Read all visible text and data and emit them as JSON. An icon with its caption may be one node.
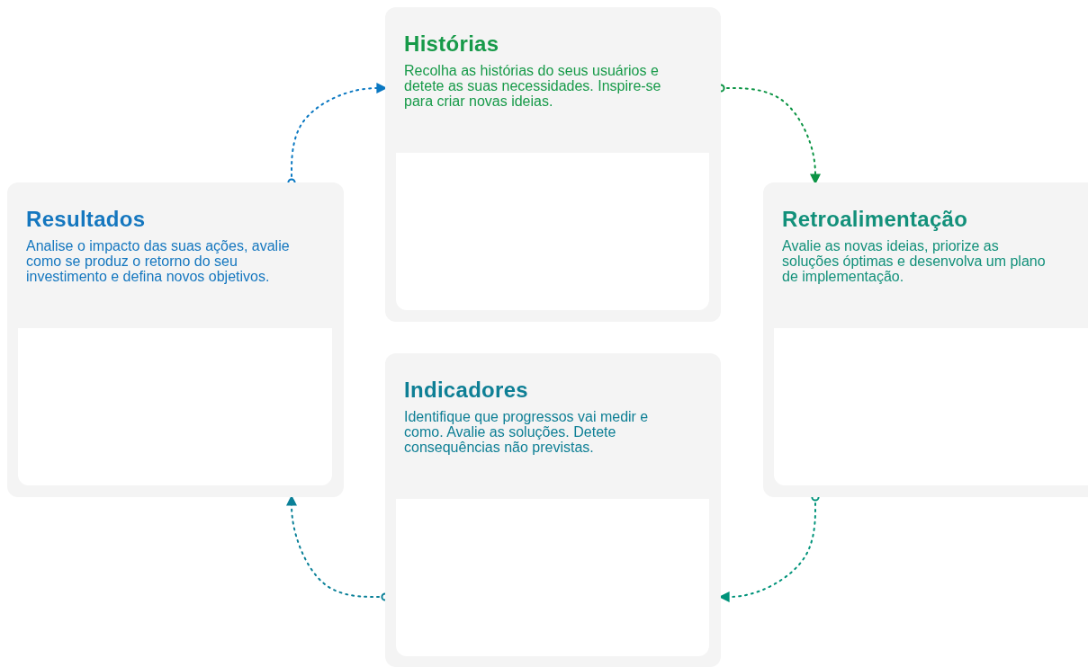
{
  "diagram": {
    "nodes": [
      {
        "text": [
          "Histórias",
          "Recolha as histórias do seus usuários e detete as suas necessidades. Inspire-se para criar novas ideias."
        ]
      },
      {
        "text": [
          "Resultados",
          "Analise o impacto das suas ações, avalie como se produz o retorno do seu investimento e defina novos objetivos."
        ]
      },
      {
        "text": [
          "Retroalimentação",
          "Avalie as novas ideias, priorize as soluções óptimas e desenvolva um plano de implementação."
        ]
      },
      {
        "text": [
          "Indicadores",
          "Identifique que progressos vai medir e como. Avalie as soluções. Detete consequências não previstas."
        ]
      }
    ],
    "edges": [
      {
        "from": 1,
        "to": 0,
        "arrow": "to",
        "style": "dashed",
        "color": "#0a78c2"
      },
      {
        "from": 0,
        "to": 2,
        "arrow": "to",
        "style": "dashed",
        "color": "#0b9444"
      },
      {
        "from": 2,
        "to": 3,
        "arrow": "to",
        "style": "dashed",
        "color": "#00937a"
      },
      {
        "from": 3,
        "to": 1,
        "arrow": "to",
        "style": "dashed",
        "color": "#0a8098"
      }
    ]
  }
}
